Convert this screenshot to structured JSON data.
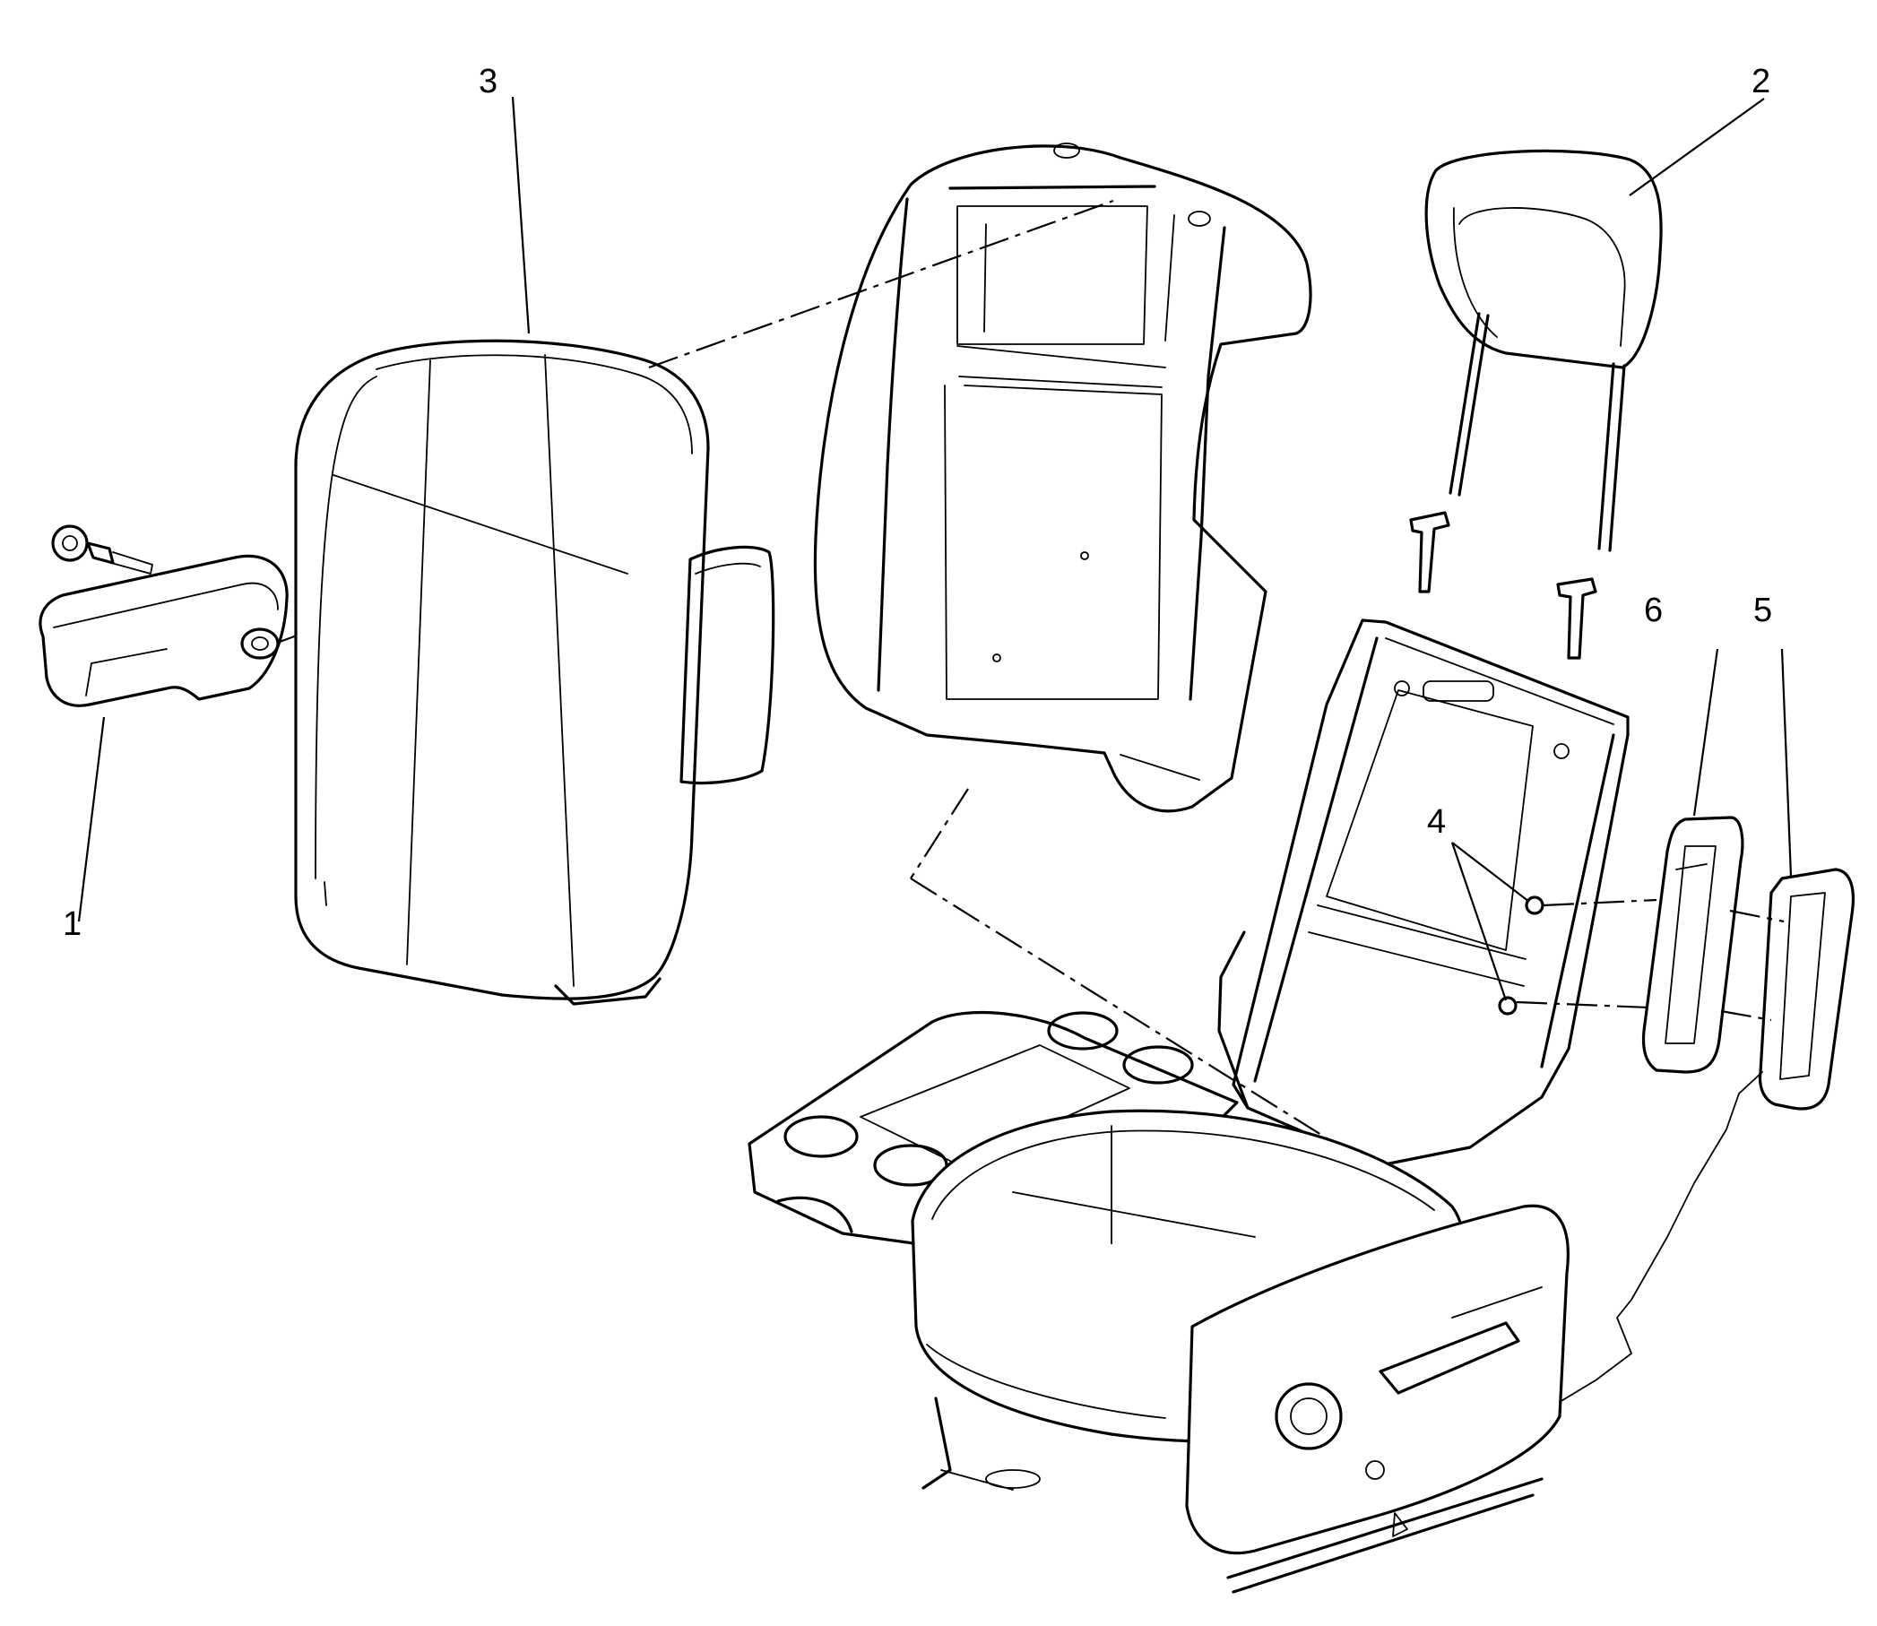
{
  "labels": [
    {
      "id": "1",
      "part": "armrest"
    },
    {
      "id": "2",
      "part": "headrest"
    },
    {
      "id": "3",
      "part": "seat-back-cover"
    },
    {
      "id": "4",
      "part": "fasteners"
    },
    {
      "id": "5",
      "part": "side-trim-panel"
    },
    {
      "id": "6",
      "part": "side-bezel"
    }
  ],
  "colors": {
    "ink": "#000000",
    "background": "#ffffff"
  }
}
